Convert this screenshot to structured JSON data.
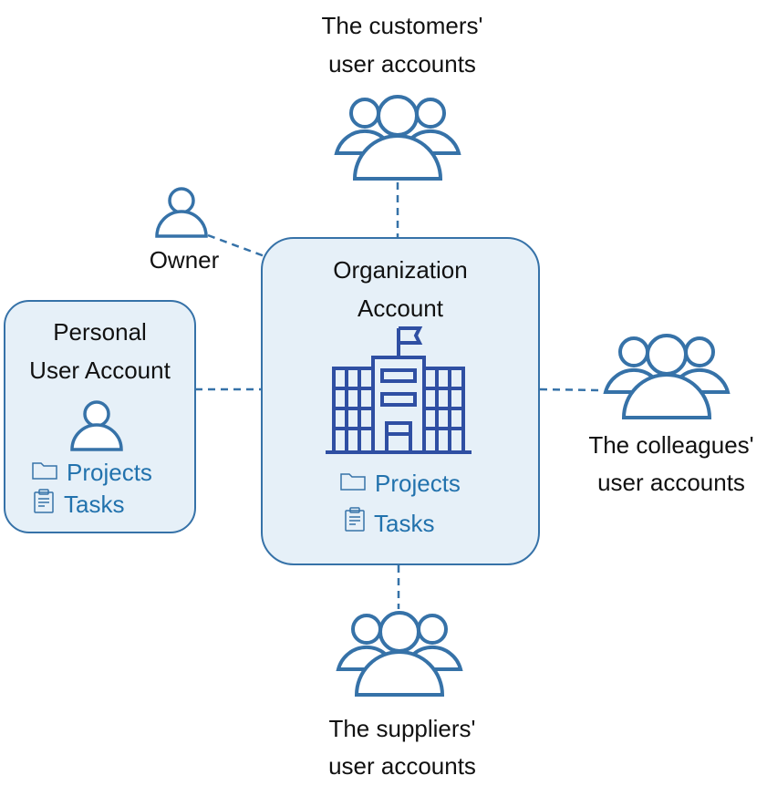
{
  "colors": {
    "accent": "#3672a8",
    "box_fill": "#e6f0f8",
    "item_text": "#2272ad",
    "connector": "#3672a8"
  },
  "owner": {
    "label": "Owner",
    "icon": "person-icon"
  },
  "customers": {
    "label_line1": "The customers'",
    "label_line2": "user accounts",
    "icon": "group-icon"
  },
  "colleagues": {
    "label_line1": "The colleagues'",
    "label_line2": "user accounts",
    "icon": "group-icon"
  },
  "suppliers": {
    "label_line1": "The suppliers'",
    "label_line2": "user accounts",
    "icon": "group-icon"
  },
  "personal_account": {
    "title_line1": "Personal",
    "title_line2": "User Account",
    "icon": "person-icon",
    "items": [
      {
        "label": "Projects",
        "icon": "folder-icon"
      },
      {
        "label": "Tasks",
        "icon": "clipboard-icon"
      }
    ]
  },
  "organization_account": {
    "title_line1": "Organization",
    "title_line2": "Account",
    "icon": "building-icon",
    "items": [
      {
        "label": "Projects",
        "icon": "folder-icon"
      },
      {
        "label": "Tasks",
        "icon": "clipboard-icon"
      }
    ]
  }
}
